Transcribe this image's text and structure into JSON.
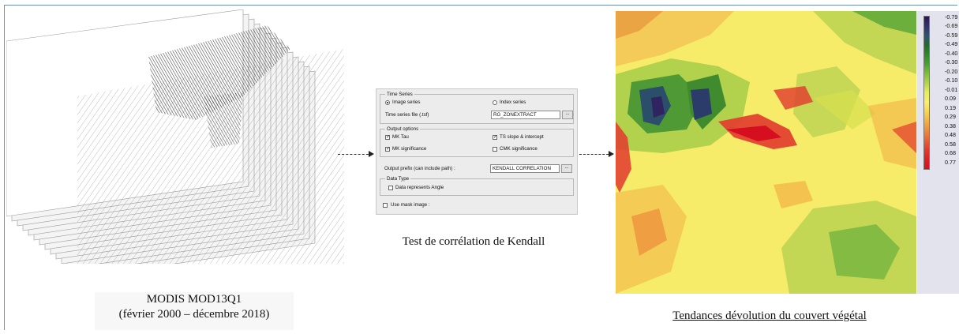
{
  "left_caption": {
    "line1": "MODIS MOD13Q1",
    "line2": "(février 2000 – décembre 2018)"
  },
  "dialog": {
    "time_series_title": "Time Series",
    "image_series_label": "Image series",
    "index_series_label": "Index series",
    "time_series_file_label": "Time series file (.tsf)",
    "time_series_file_value": "RG_ZONEXTRACT",
    "output_options_title": "Output options",
    "mk_tau_label": "MK Tau",
    "ts_slope_label": "TS slope & intercept",
    "mk_significance_label": "MK significance",
    "cmk_significance_label": "CMK significance",
    "output_prefix_label": "Output prefix (can include path) :",
    "output_prefix_value": "KENDALL CORRELATION",
    "data_type_title": "Data Type",
    "data_angle_label": "Data represents Angle",
    "mask_label": "Use mask image :",
    "browse_label": "...",
    "image_series_selected": true,
    "mk_tau_checked": true,
    "ts_slope_checked": true,
    "mk_significance_checked": true,
    "cmk_significance_checked": false,
    "data_angle_checked": false,
    "mask_checked": false
  },
  "middle_caption": "Test de corrélation  de Kendall",
  "right_caption": "Tendances dévolution du couvert végétal",
  "legend": {
    "values": [
      "-0.79",
      "-0.69",
      "-0.59",
      "-0.49",
      "-0.40",
      "-0.30",
      "-0.20",
      "-0.10",
      "-0.01",
      "0.09",
      "0.19",
      "0.29",
      "0.38",
      "0.48",
      "0.58",
      "0.68",
      "0.77"
    ],
    "colors": [
      "#2d1650",
      "#34306e",
      "#2f5470",
      "#1f6a2f",
      "#2f8a2a",
      "#4aa232",
      "#7dbe3e",
      "#b3d54c",
      "#e6ee5a",
      "#f8ef6a",
      "#f7d44f",
      "#f2b044",
      "#ee8a3a",
      "#e86034",
      "#e23a2e",
      "#dc1f27",
      "#d60f20"
    ]
  }
}
